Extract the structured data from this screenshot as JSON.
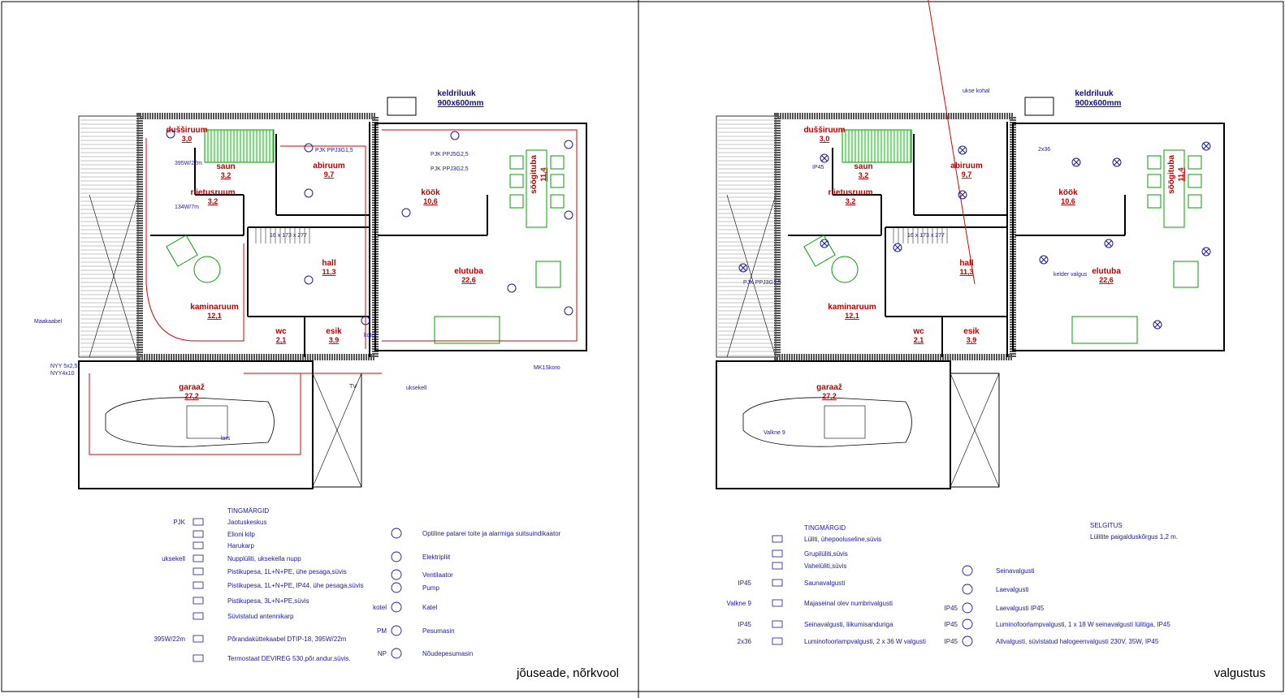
{
  "sheets": [
    {
      "title": "jõuseade, nõrkvool",
      "hatch_label": "keldriluuk",
      "hatch_size": "900x600mm",
      "stairs": "16 x 173 x 277",
      "notes": [
        "PJK PPJ3G1,5",
        "PJK PPJ5G2,5",
        "PJK PPJ3G2,5",
        "395W/22m",
        "134W/7m",
        "kotel",
        "TV",
        "uksekell",
        "MK1Skoro",
        "NYY4x10",
        "NYY 5x2,5",
        "Maakaabel",
        "lars"
      ]
    },
    {
      "title": "valgustus",
      "hatch_label": "keldriluuk",
      "hatch_size": "900x600mm",
      "stairs": "16 x 173 x 277",
      "notes": [
        "ukse kohal",
        "IP45",
        "2x36",
        "PJK PPJ3G1,5",
        "kelder valgus",
        "Valkne 9"
      ]
    }
  ],
  "rooms": [
    {
      "name": "dušširuum",
      "area": "3,0"
    },
    {
      "name": "saun",
      "area": "3,2"
    },
    {
      "name": "riietusruum",
      "area": "3,2"
    },
    {
      "name": "abiruum",
      "area": "9,7"
    },
    {
      "name": "köök",
      "area": "10,6"
    },
    {
      "name": "söögituba",
      "area": "11,4"
    },
    {
      "name": "hall",
      "area": "11,3"
    },
    {
      "name": "elutuba",
      "area": "22,6"
    },
    {
      "name": "kaminaruum",
      "area": "12,1"
    },
    {
      "name": "wc",
      "area": "2,1"
    },
    {
      "name": "esik",
      "area": "3,9"
    },
    {
      "name": "garaaž",
      "area": "27,2"
    }
  ],
  "legend_left": {
    "heading": "TINGMÄRGID",
    "items": [
      {
        "sym": "PJK",
        "icon": "distribution-board-icon",
        "text": "Jaotuskeskus"
      },
      {
        "sym": "",
        "icon": "elion-panel-icon",
        "text": "Elioni kilp"
      },
      {
        "sym": "",
        "icon": "junction-box-icon",
        "text": "Harukarp"
      },
      {
        "sym": "uksekell",
        "icon": "doorbell-button-icon",
        "text": "Nupplüliti, uksekella nupp"
      },
      {
        "sym": "",
        "icon": "socket-icon",
        "text": "Pistikupesa, 1L+N+PE, ühe pesaga,süvis"
      },
      {
        "sym": "",
        "icon": "socket-ip44-icon",
        "text": "Pistikupesa, 1L+N+PE, IP44, ühe pesaga,süvis"
      },
      {
        "sym": "",
        "icon": "socket-3phase-icon",
        "text": "Pistikupesa, 3L+N+PE,süvis"
      },
      {
        "sym": "",
        "icon": "antenna-box-icon",
        "text": "Süvistatud antennikarp"
      },
      {
        "sym": "395W/22m",
        "icon": "heating-cable-icon",
        "text": "Põrandaküttekaabel DTIP-18, 395W/22m"
      },
      {
        "sym": "",
        "icon": "thermostat-icon",
        "text": "Termostaat DEVIREG 530,põr.andur,süvis."
      }
    ],
    "items2": [
      {
        "sym": "",
        "icon": "smoke-detector-icon",
        "text": "Optiline patarei toite ja alarmiga suitsuindikaator"
      },
      {
        "sym": "",
        "icon": "stove-icon",
        "text": "Elektripliit"
      },
      {
        "sym": "",
        "icon": "fan-icon",
        "text": "Ventilaator"
      },
      {
        "sym": "",
        "icon": "pump-icon",
        "text": "Pump"
      },
      {
        "sym": "kotel",
        "icon": "boiler-icon",
        "text": "Katel"
      },
      {
        "sym": "PM",
        "icon": "washing-machine-icon",
        "text": "Pesumasin"
      },
      {
        "sym": "NP",
        "icon": "dishwasher-icon",
        "text": "Nõudepesumasin"
      }
    ]
  },
  "legend_right": {
    "heading": "TINGMÄRGID",
    "items": [
      {
        "sym": "",
        "icon": "single-switch-icon",
        "text": "Lüliti, ühepooluseline,süvis"
      },
      {
        "sym": "",
        "icon": "group-switch-icon",
        "text": "Grupilüliti,süvis"
      },
      {
        "sym": "",
        "icon": "two-way-switch-icon",
        "text": "Vahelüliti,süvis"
      },
      {
        "sym": "IP45",
        "icon": "sauna-light-icon",
        "text": "Saunavalgusti"
      },
      {
        "sym": "Valkne 9",
        "icon": "house-number-light-icon",
        "text": "Majaseinal olev numbrivalgusti"
      },
      {
        "sym": "IP45",
        "icon": "motion-wall-light-icon",
        "text": "Seinavalgusti, liikumisanduriga"
      },
      {
        "sym": "2x36",
        "icon": "fluorescent-2x36-icon",
        "text": "Luminofoorlampvalgusti, 2 x 36 W valgusti"
      }
    ],
    "items2": [
      {
        "sym": "",
        "icon": "wall-light-icon",
        "text": "Seinavalgusti"
      },
      {
        "sym": "",
        "icon": "ceiling-light-icon",
        "text": "Laevalgusti"
      },
      {
        "sym": "IP45",
        "icon": "ceiling-light-ip45-icon",
        "text": "Laevalgusti IP45"
      },
      {
        "sym": "IP45",
        "icon": "fluorescent-1x18-icon",
        "text": "Luminofoorlampvalgusti, 1 x 18 W seinavalgusti lülitiga, IP45"
      },
      {
        "sym": "IP45",
        "icon": "downlight-icon",
        "text": "Allvalgusti, süvistatud halogeenvalgusti 230V, 35W, IP45"
      }
    ],
    "explanation_heading": "SELGITUS",
    "explanation": "Lülitite paigalduskõrgus 1,2 m."
  },
  "colors": {
    "wall": "#000000",
    "wiring": "#e00000",
    "symbols": "#1a1aa0",
    "furniture": "#00a000",
    "label": "#c00000"
  }
}
